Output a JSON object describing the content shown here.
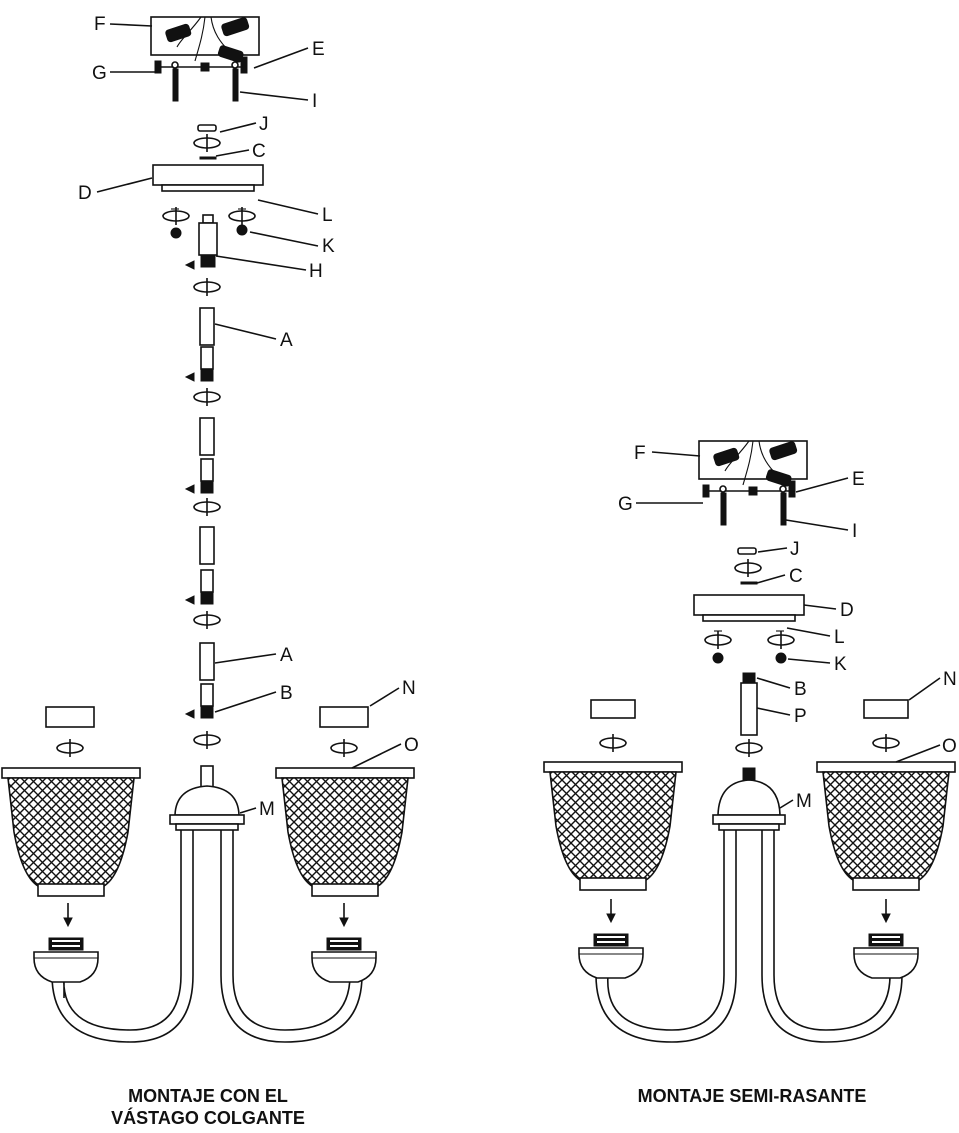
{
  "left_assembly": {
    "title_line1": "MONTAJE CON EL",
    "title_line2": "VÁSTAGO COLGANTE",
    "labels": {
      "F": "F",
      "E": "E",
      "G": "G",
      "I": "I",
      "J": "J",
      "C": "C",
      "D": "D",
      "L": "L",
      "K": "K",
      "H": "H",
      "A_upper": "A",
      "A_lower": "A",
      "B": "B",
      "N": "N",
      "O": "O",
      "M": "M"
    }
  },
  "right_assembly": {
    "title": "MONTAJE SEMI-RASANTE",
    "labels": {
      "F": "F",
      "E": "E",
      "G": "G",
      "I": "I",
      "J": "J",
      "C": "C",
      "D": "D",
      "L": "L",
      "K": "K",
      "B": "B",
      "P": "P",
      "N": "N",
      "O": "O",
      "M": "M"
    }
  },
  "colors": {
    "ink": "#111111",
    "background": "#ffffff"
  }
}
